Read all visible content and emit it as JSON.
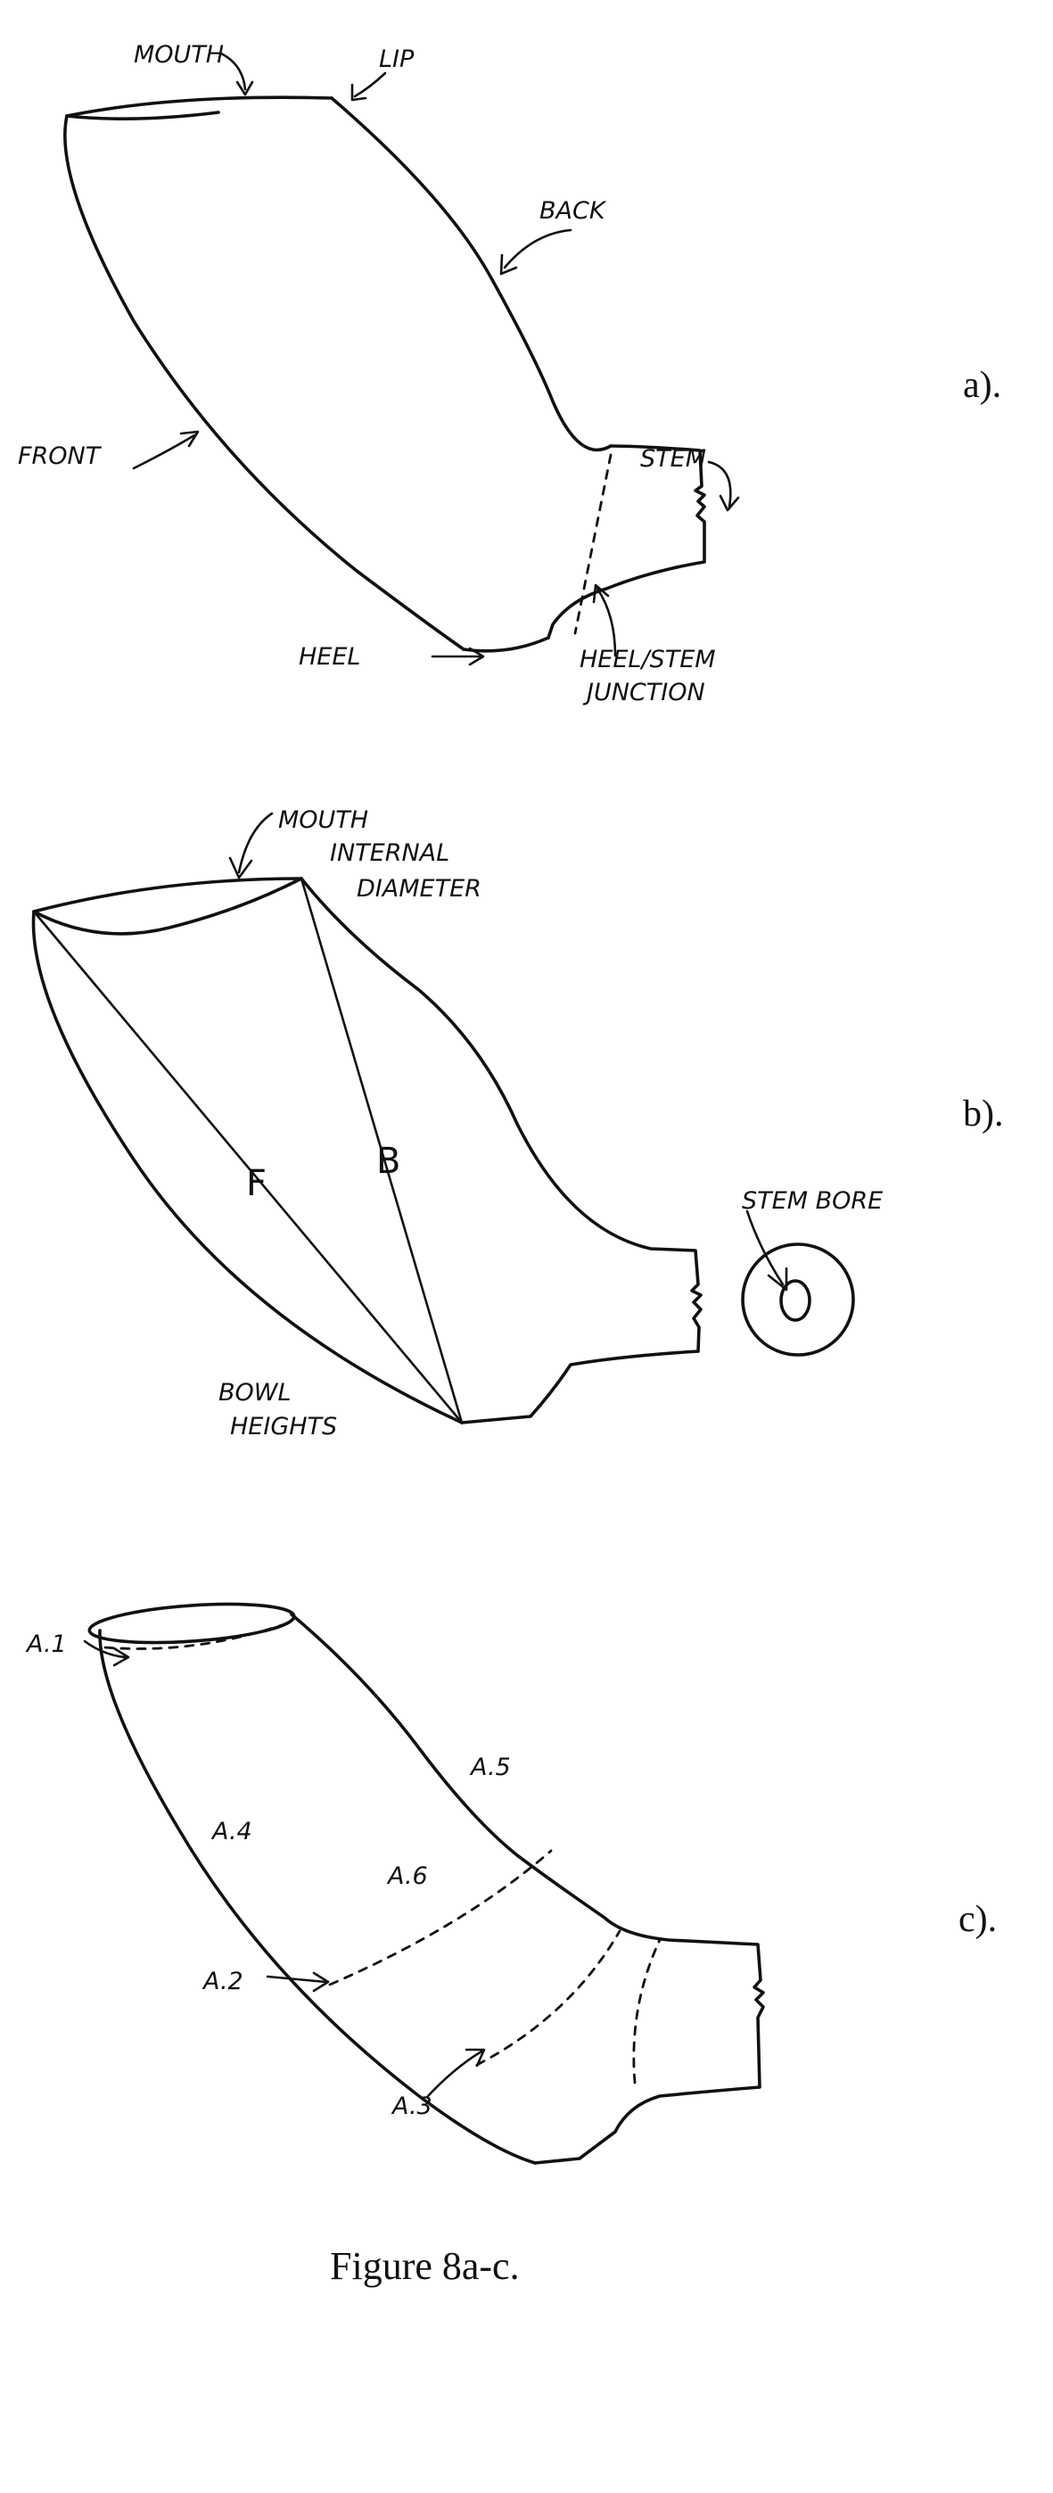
{
  "figure_a": {
    "panel_label": "a).",
    "labels": {
      "mouth": "MOUTH",
      "lip": "LIP",
      "back": "BACK",
      "front": "FRONT",
      "stem": "STEM",
      "heel": "HEEL",
      "heel_stem_line1": "HEEL/STEM",
      "heel_stem_line2": "JUNCTION"
    }
  },
  "figure_b": {
    "panel_label": "b).",
    "labels": {
      "mouth": "MOUTH",
      "internal": "INTERNAL",
      "diameter": "DIAMETER",
      "front_height": "F",
      "back_height": "B",
      "bowl": "BOWL",
      "heights": "HEIGHTS",
      "stem_bore": "STEM BORE"
    }
  },
  "figure_c": {
    "panel_label": "c).",
    "labels": {
      "a1": "A.1",
      "a2": "A.2",
      "a3": "A.3",
      "a4": "A.4",
      "a5": "A.5",
      "a6": "A.6"
    }
  },
  "caption": "Figure 8a-c."
}
